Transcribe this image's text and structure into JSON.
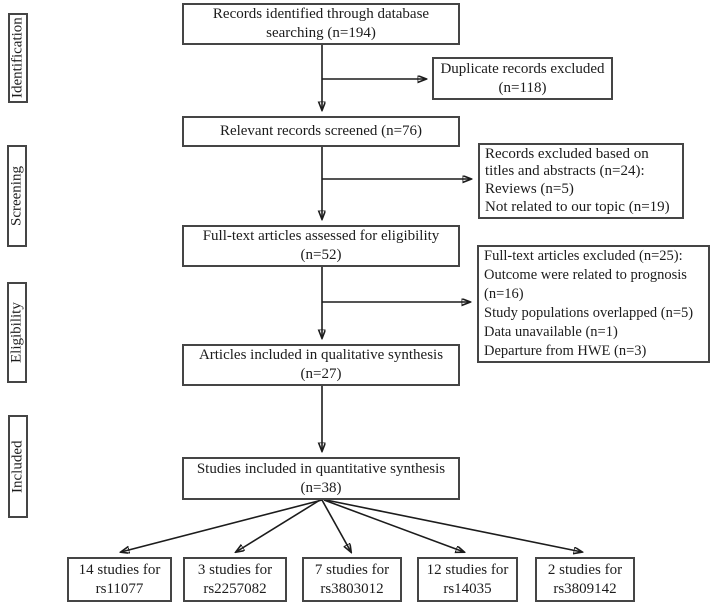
{
  "colors": {
    "ink": "#1c1c1c",
    "border": "#454545",
    "bg": "#ffffff"
  },
  "stages": {
    "identification": "Identification",
    "screening": "Screening",
    "eligibility": "Eligibility",
    "included": "Included"
  },
  "main": [
    {
      "lines": [
        "Records identified through database",
        "searching (n=194)"
      ]
    },
    {
      "lines": [
        "Relevant records screened (n=76)"
      ]
    },
    {
      "lines": [
        "Full-text articles assessed for eligibility",
        "(n=52)"
      ]
    },
    {
      "lines": [
        "Articles included in qualitative synthesis",
        "(n=27)"
      ]
    },
    {
      "lines": [
        "Studies included in quantitative synthesis",
        "(n=38)"
      ]
    }
  ],
  "side": [
    {
      "lines": [
        "Duplicate records excluded",
        "(n=118)"
      ]
    },
    {
      "lines": [
        "Records excluded based on",
        "titles and abstracts (n=24):",
        "Reviews (n=5)",
        "Not related to our topic (n=19)"
      ]
    },
    {
      "lines": [
        "Full-text articles excluded (n=25):",
        "Outcome were related to prognosis",
        "(n=16)",
        "Study populations overlapped (n=5)",
        "Data unavailable (n=1)",
        "Departure from HWE (n=3)"
      ]
    }
  ],
  "bottom": [
    {
      "lines": [
        "14 studies for",
        "rs11077"
      ]
    },
    {
      "lines": [
        "3 studies for",
        "rs2257082"
      ]
    },
    {
      "lines": [
        "7 studies for",
        "rs3803012"
      ]
    },
    {
      "lines": [
        "12 studies for",
        "rs14035"
      ]
    },
    {
      "lines": [
        "2 studies for",
        "rs3809142"
      ]
    }
  ]
}
